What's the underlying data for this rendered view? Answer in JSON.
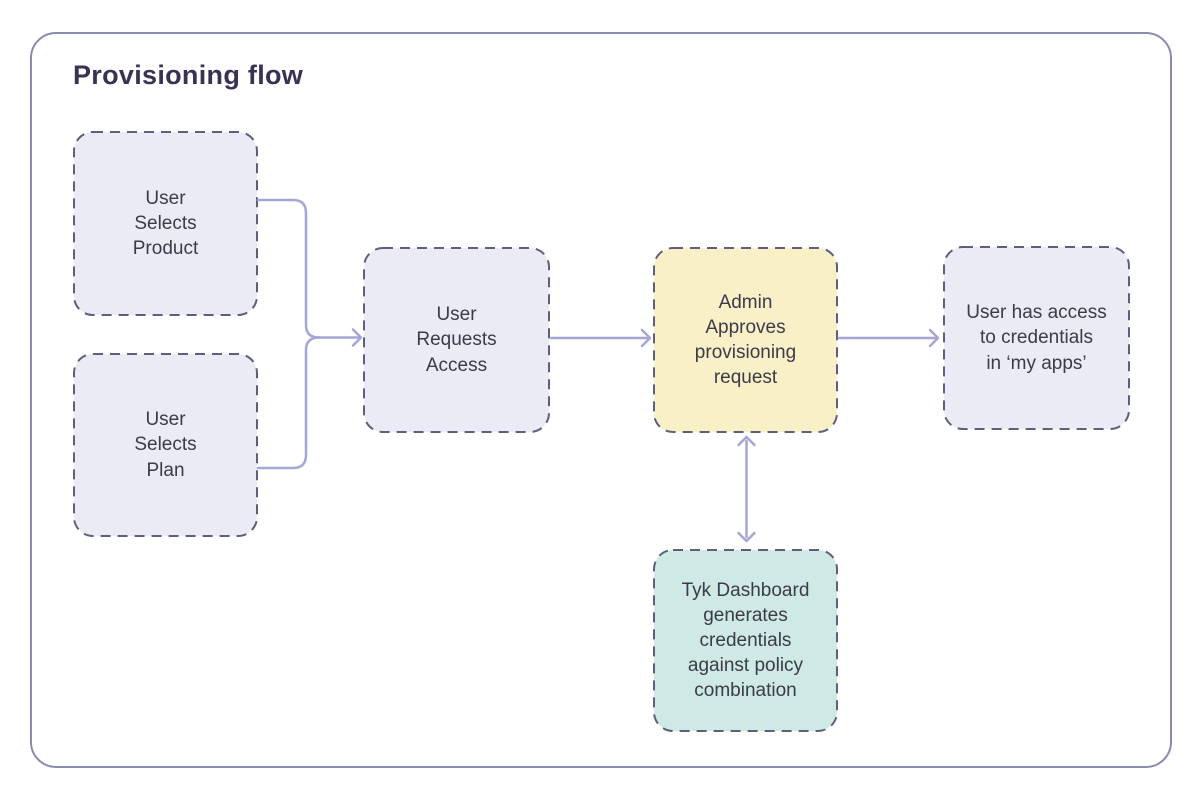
{
  "title": "Provisioning flow",
  "colors": {
    "frame_border": "#8A8AB0",
    "node_border": "#5F5F7D",
    "connector": "#A6A6D6",
    "node_fill_lavender": "#EBEBF6",
    "node_fill_yellow": "#FAF0C8",
    "node_fill_teal": "#CFE9E4",
    "title_text": "#3A3153",
    "node_text": "#3B3B49"
  },
  "nodes": [
    {
      "id": "user-selects-product",
      "label": "User\nSelects\nProduct",
      "fill": "#EBEBF6"
    },
    {
      "id": "user-selects-plan",
      "label": "User\nSelects\nPlan",
      "fill": "#EBEBF6"
    },
    {
      "id": "user-requests-access",
      "label": "User\nRequests\nAccess",
      "fill": "#EBEBF6"
    },
    {
      "id": "admin-approves-request",
      "label": "Admin\nApproves\nprovisioning\nrequest",
      "fill": "#FAF0C8"
    },
    {
      "id": "user-has-access",
      "label": "User has access\nto credentials\nin ‘my apps’",
      "fill": "#EBEBF6"
    },
    {
      "id": "tyk-dashboard-generates",
      "label": "Tyk Dashboard\ngenerates\ncredentials\nagainst policy\ncombination",
      "fill": "#CFE9E4"
    }
  ],
  "edges": [
    {
      "from": "user-selects-product",
      "to": "user-requests-access",
      "style": "arrow"
    },
    {
      "from": "user-selects-plan",
      "to": "user-requests-access",
      "style": "arrow"
    },
    {
      "from": "user-requests-access",
      "to": "admin-approves-request",
      "style": "arrow"
    },
    {
      "from": "admin-approves-request",
      "to": "user-has-access",
      "style": "arrow"
    },
    {
      "from": "admin-approves-request",
      "to": "tyk-dashboard-generates",
      "style": "double-arrow"
    }
  ]
}
